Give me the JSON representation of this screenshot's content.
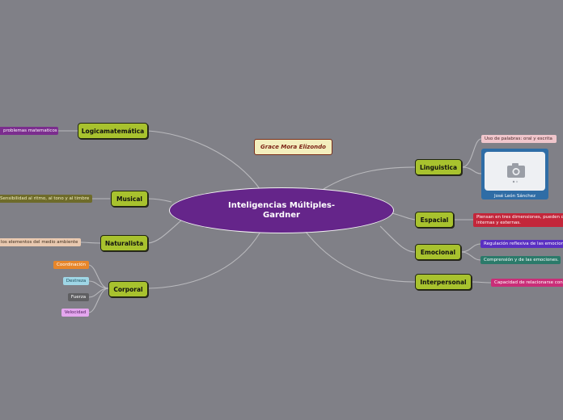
{
  "central": {
    "line1": "Inteligencias Múltiples-",
    "line2": "Gardner"
  },
  "author": "Grace Mora Elizondo",
  "branches": {
    "logicamatematica": "Logicamatemática",
    "musical": "Musical",
    "naturalista": "Naturalista",
    "corporal": "Corporal",
    "linguistica": "Linguistica",
    "espacial": "Espacial",
    "emocional": "Emocional",
    "interpersonal": "Interpersonal"
  },
  "leaves": {
    "logica": "problemas matematicos",
    "musical": "Sensibilidad al ritmo, al tono y al timbre",
    "naturalista": "los elementos del medio ambiente",
    "coordinacion": "Coordinación",
    "destreza": "Destreza",
    "fuerza": "Fuerza",
    "velocidad": "Velocidad",
    "linguistica": "Uso de palabras: oral y escrita",
    "photo_caption": "José León Sánchez",
    "espacial_line1": "Piensan en tres dimensiones, pueden crear imágenes",
    "espacial_line2": "internas y externas.",
    "emocional_1": "Regulación reflexiva de las emociones.",
    "emocional_2": "Comprensión y de las emociones.",
    "interpersonal": "Capacidad de relacionarse con los demás"
  },
  "colors": {
    "background": "#808087",
    "central": "#65258a",
    "branch": "#a8c22e",
    "author_bg": "#f3eebd",
    "logica_leaf": "#7b2d8e",
    "musical_leaf": "#6e6b2a",
    "naturalista_leaf": "#e9c9b0",
    "coordinacion_leaf": "#e7862a",
    "destreza_leaf": "#9fd6e6",
    "fuerza_leaf": "#5f5f62",
    "velocidad_leaf": "#e4a6ee",
    "linguistica_leaf": "#f0c6cc",
    "espacial_leaf": "#c3263a",
    "emocional_leaf_1": "#5a30c2",
    "emocional_leaf_2": "#2b7a6a",
    "interpersonal_leaf": "#c92e78"
  },
  "icons": {
    "photo": "camera-icon"
  }
}
